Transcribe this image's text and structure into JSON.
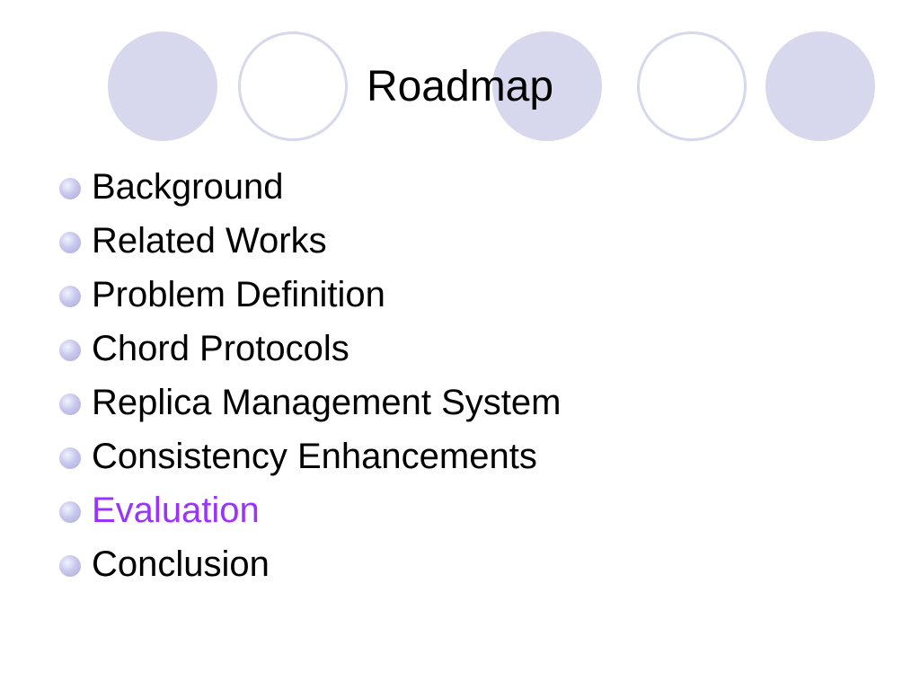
{
  "slide": {
    "title": "Roadmap",
    "accent_color": "#d7d7ee",
    "highlight_color": "#9933ff",
    "bullet_icon": "bullet-circle-icon",
    "items": [
      {
        "label": "Background",
        "highlighted": false
      },
      {
        "label": "Related Works",
        "highlighted": false
      },
      {
        "label": "Problem Definition",
        "highlighted": false
      },
      {
        "label": "Chord Protocols",
        "highlighted": false
      },
      {
        "label": "Replica Management System",
        "highlighted": false
      },
      {
        "label": "Consistency Enhancements",
        "highlighted": false
      },
      {
        "label": "Evaluation",
        "highlighted": true
      },
      {
        "label": "Conclusion",
        "highlighted": false
      }
    ]
  }
}
